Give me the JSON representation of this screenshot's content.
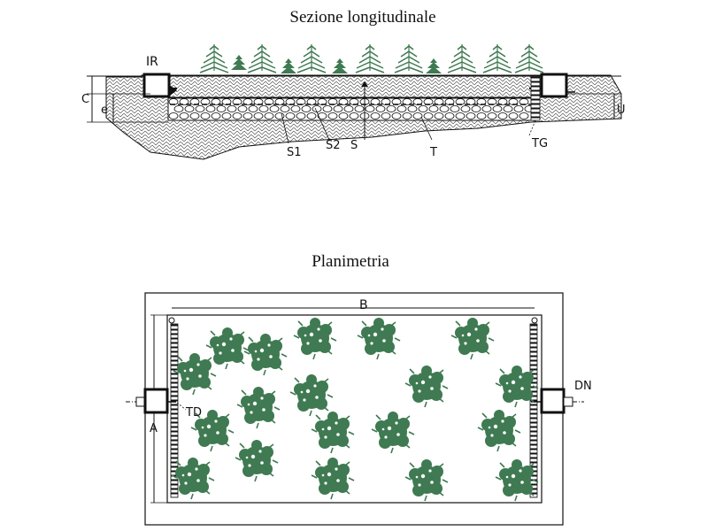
{
  "section": {
    "title": "Sezione longitudinale",
    "labels": {
      "ir": "IR",
      "c": "C",
      "e": "e",
      "u": "U",
      "s1": "S1",
      "s2": "S2",
      "s": "S",
      "t": "T",
      "tg": "TG"
    }
  },
  "plan": {
    "title": "Planimetria",
    "labels": {
      "b": "B",
      "a": "A",
      "td": "TD",
      "dn": "DN"
    }
  },
  "colors": {
    "vegetation": "#3f7a52",
    "line": "#111111",
    "background": "#ffffff"
  },
  "icons": {
    "tree": "conifer-tree-icon",
    "shrub": "shrub-icon",
    "inspection_well": "inspection-well-icon"
  }
}
